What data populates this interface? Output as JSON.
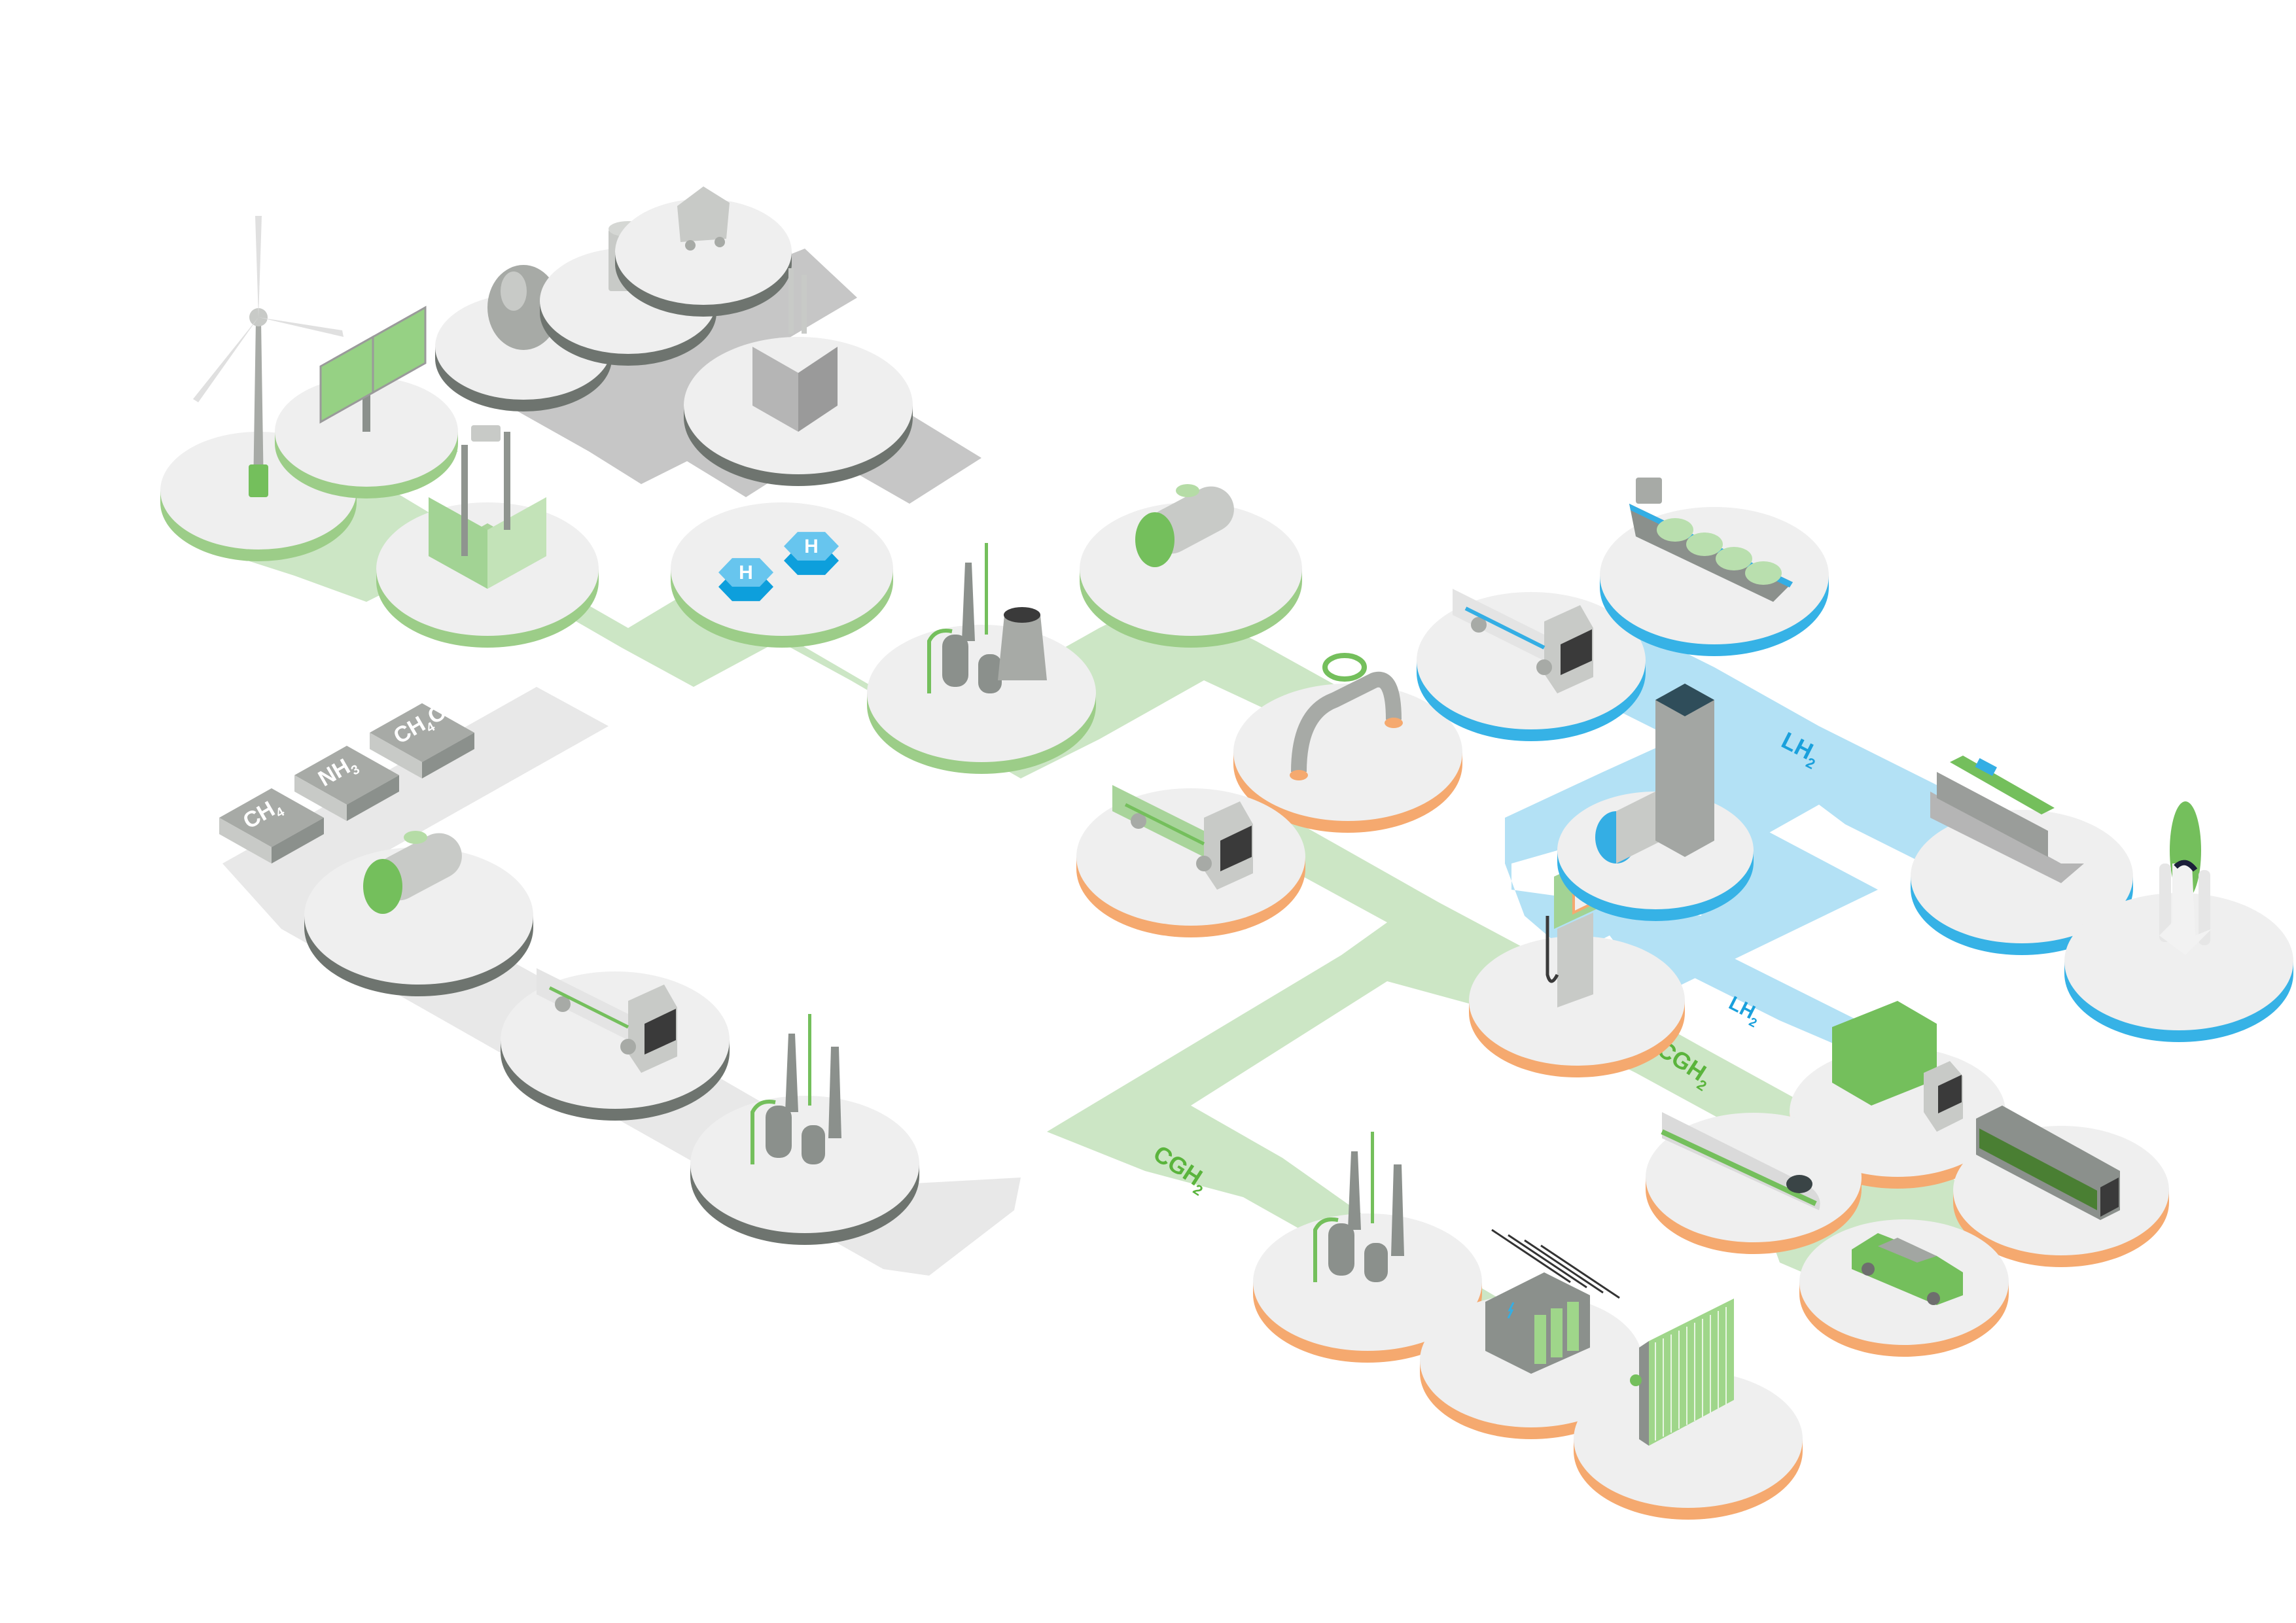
{
  "title": "Hydrogen value chain",
  "colors": {
    "background": "#ffffff",
    "path_green": "#cce6c5",
    "path_gray_dark": "#c6c6c6",
    "path_gray_light": "#e8e8e8",
    "path_blue": "#b3e1f5",
    "disk_top": "#efefef",
    "rim_green": "#9ccd88",
    "rim_gray": "#6e746f",
    "rim_gray_light": "#8b908c",
    "rim_blue": "#36b2e6",
    "rim_orange": "#f5a96f",
    "accent_green": "#74bf5c",
    "accent_blue": "#34aee4",
    "label_green": "#5ab43c",
    "label_blue": "#1aa0dc",
    "tile_gray": "#a7aaa6",
    "tile_text": "#ffffff"
  },
  "labels": {
    "cgh2_left": {
      "main": "CGH",
      "sub": "2"
    },
    "cgh2_right": {
      "main": "CGH",
      "sub": "2"
    },
    "lh2_top": {
      "main": "LH",
      "sub": "2"
    },
    "lh2_bottom": {
      "main": "LH",
      "sub": "2"
    },
    "h2_atom_1": "H",
    "h2_atom_2": "H"
  },
  "carriers": [
    {
      "main": "CH",
      "sub": "4"
    },
    {
      "main": "NH",
      "sub": "3"
    },
    {
      "main": "CH",
      "sub": "4",
      "suffix": "O"
    }
  ],
  "nodes": {
    "production_renewable": [
      {
        "id": "wind-turbine",
        "rim": "green"
      },
      {
        "id": "solar-panel",
        "rim": "green"
      },
      {
        "id": "electrolyzer",
        "rim": "green"
      }
    ],
    "production_fossil": [
      {
        "id": "gas-sphere-tank",
        "rim": "gray"
      },
      {
        "id": "oil-barrel",
        "rim": "gray"
      },
      {
        "id": "coal-cart",
        "rim": "gray"
      },
      {
        "id": "power-plant",
        "rim": "gray"
      }
    ],
    "hydrogen": [
      {
        "id": "h2-molecule",
        "rim": "green"
      }
    ],
    "conversion": [
      {
        "id": "industrial-plant",
        "rim": "green"
      },
      {
        "id": "storage-tank",
        "rim": "green"
      }
    ],
    "carrier_chain": [
      {
        "id": "carrier-storage-tank",
        "rim": "gray"
      },
      {
        "id": "carrier-tanker-truck",
        "rim": "gray"
      },
      {
        "id": "carrier-refinery",
        "rim": "gray"
      }
    ],
    "cgh2_distribution": [
      {
        "id": "pipeline-valve",
        "rim": "orange"
      },
      {
        "id": "tube-trailer-truck",
        "rim": "orange"
      },
      {
        "id": "fuel-dispenser",
        "rim": "orange"
      }
    ],
    "lh2_distribution": [
      {
        "id": "lh2-tanker-truck",
        "rim": "blue"
      },
      {
        "id": "lh2-carrier-ship",
        "rim": "blue"
      },
      {
        "id": "lh2-storage-building",
        "rim": "blue"
      },
      {
        "id": "cruise-ship",
        "rim": "blue"
      },
      {
        "id": "space-shuttle",
        "rim": "blue"
      }
    ],
    "mobility": [
      {
        "id": "delivery-truck",
        "rim": "orange"
      },
      {
        "id": "city-bus",
        "rim": "orange"
      },
      {
        "id": "high-speed-train",
        "rim": "orange"
      },
      {
        "id": "passenger-car",
        "rim": "orange"
      }
    ],
    "end_use": [
      {
        "id": "chemical-plant",
        "rim": "orange"
      },
      {
        "id": "transformer-substation",
        "rim": "orange"
      },
      {
        "id": "heating-radiator",
        "rim": "orange"
      }
    ]
  }
}
